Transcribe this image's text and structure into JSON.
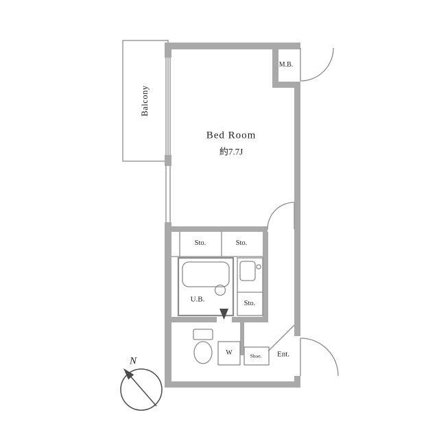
{
  "labels": {
    "balcony": "Balcony",
    "bedroom_name": "Bed Room",
    "bedroom_size": "約7.7J",
    "meter_box": "M.B.",
    "storage_1": "Sto.",
    "storage_2": "Sto.",
    "storage_3": "Sto.",
    "unit_bath": "U.B.",
    "washer": "W",
    "shoe_box": "Shoe.",
    "entrance": "Ent.",
    "compass_north": "N"
  },
  "colors": {
    "wall": "#a9a9a9",
    "line": "#8a8a8a",
    "line_dark": "#4a4a4a",
    "text": "#222222",
    "background": "#ffffff"
  }
}
